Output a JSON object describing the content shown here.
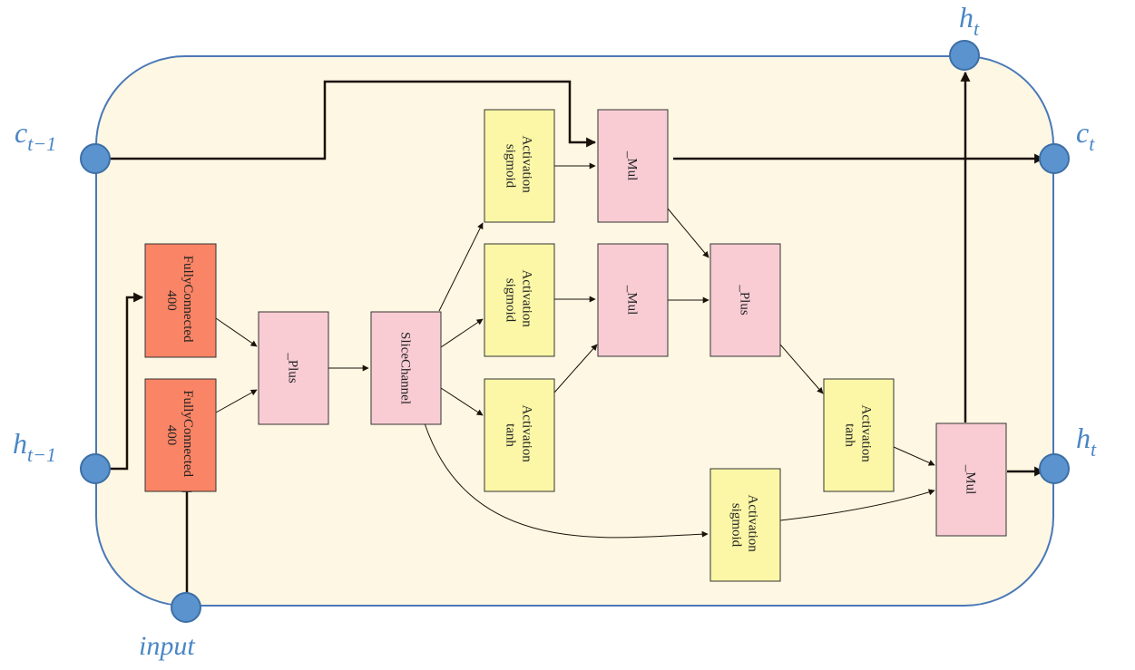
{
  "colors": {
    "cell_fill": "#fdf7e3",
    "cell_stroke": "#4a78b8",
    "fc_fill": "#f98466",
    "op_fill": "#f9ccd4",
    "act_fill": "#fbf7a6",
    "port_fill": "#5b93cf",
    "port_stroke": "#3d6fa6",
    "wire": "#1a1108"
  },
  "nodes": {
    "fc_top": {
      "line1": "FullyConnected",
      "line2": "400"
    },
    "fc_bottom": {
      "line1": "FullyConnected",
      "line2": "400"
    },
    "plus_1": {
      "label": "_Plus"
    },
    "slice": {
      "label": "SliceChannel"
    },
    "act_sigmoid_1": {
      "line1": "Activation",
      "line2": "sigmoid"
    },
    "act_sigmoid_2": {
      "line1": "Activation",
      "line2": "sigmoid"
    },
    "act_tanh_1": {
      "line1": "Activation",
      "line2": "tanh"
    },
    "act_sigmoid_3": {
      "line1": "Activation",
      "line2": "sigmoid"
    },
    "mul_1": {
      "label": "_Mul"
    },
    "mul_2": {
      "label": "_Mul"
    },
    "plus_2": {
      "label": "_Plus"
    },
    "act_tanh_2": {
      "line1": "Activation",
      "line2": "tanh"
    },
    "mul_3": {
      "label": "_Mul"
    }
  },
  "ports": {
    "c_prev": {
      "base": "c",
      "sub": "t−1"
    },
    "h_prev": {
      "base": "h",
      "sub": "t−1"
    },
    "input": {
      "label": "input"
    },
    "h_top": {
      "base": "h",
      "sub": "t"
    },
    "c_out": {
      "base": "c",
      "sub": "t"
    },
    "h_out": {
      "base": "h",
      "sub": "t"
    }
  }
}
